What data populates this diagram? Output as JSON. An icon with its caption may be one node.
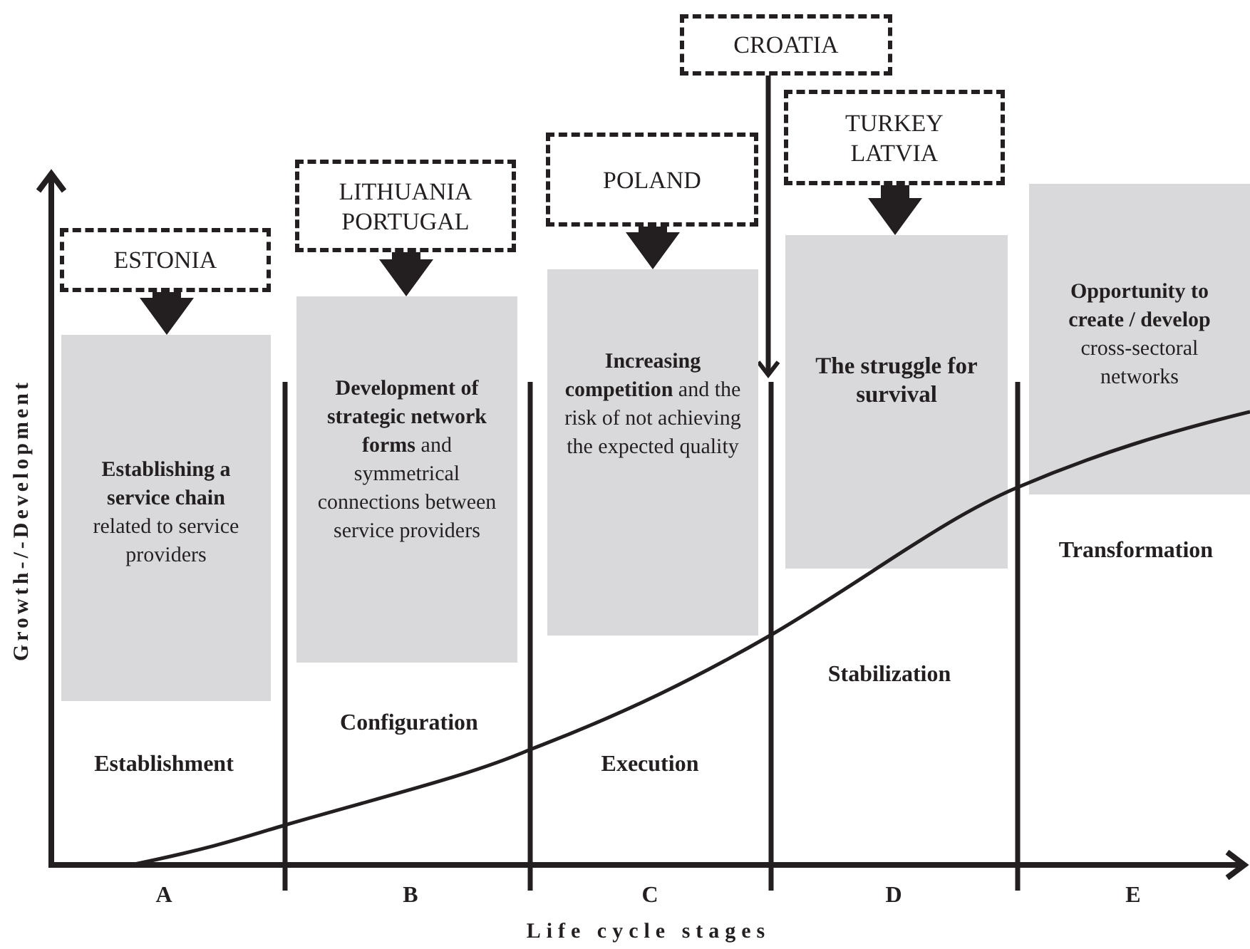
{
  "diagram": {
    "nodes": [
      {
        "text": [
          "ESTONIA"
        ]
      },
      {
        "text": [
          "LITHUANIA PORTUGAL"
        ]
      },
      {
        "text": [
          "POLAND"
        ]
      },
      {
        "text": [
          "CROATIA"
        ]
      },
      {
        "text": [
          "TURKEY LATVIA"
        ]
      },
      {
        "text": [
          "**Establishing a service chain** related to service providers"
        ]
      },
      {
        "text": [
          "**Development of strategic network forms** and symmetrical connections between service providers"
        ]
      },
      {
        "text": [
          "**Increasing competition** and the risk of not achieving the expected quality"
        ]
      },
      {
        "text": [
          "The struggle for survival"
        ]
      },
      {
        "text": [
          "**Opportunity to create / develop** cross-sectoral networks"
        ]
      }
    ],
    "edges": [
      {
        "from": 0,
        "to": 5,
        "arrow": "to",
        "style": "thick"
      },
      {
        "from": 1,
        "to": 6,
        "arrow": "to",
        "style": "thick"
      },
      {
        "from": 2,
        "to": 7,
        "arrow": "to",
        "style": "thick"
      },
      {
        "from": 3,
        "to": 8,
        "arrow": "to"
      },
      {
        "from": 4,
        "to": 8,
        "arrow": "to",
        "style": "thick"
      }
    ],
    "labels": [
      "Establishment",
      "Configuration",
      "Execution",
      "Stabilization",
      "Transformation",
      "A",
      "B",
      "C",
      "D",
      "E",
      "Life cycle stages",
      "Growth-/-Development"
    ]
  }
}
